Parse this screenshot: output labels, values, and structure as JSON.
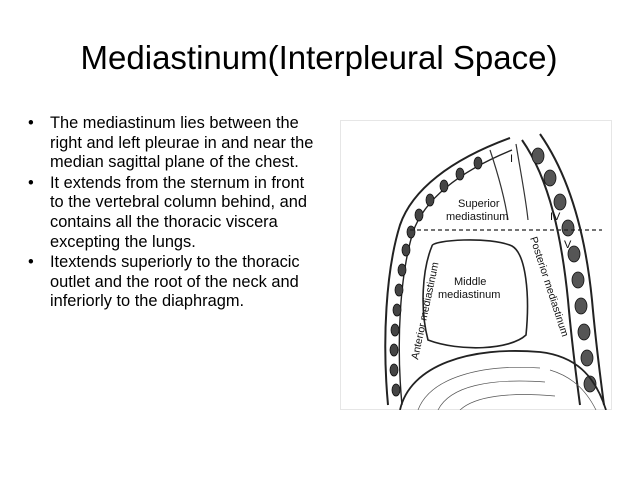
{
  "slide": {
    "title": "Mediastinum(Interpleural Space)",
    "bullet_marker": "•",
    "bullets": [
      "The mediastinum lies between the right and left pleurae in and near the median sagittal plane of the chest.",
      "It extends from the sternum in front to the vertebral column behind, and contains all the thoracic viscera excepting the lungs.",
      "Itextends superiorly to the thoracic outlet and the root of the neck and inferiorly to the diaphragm."
    ]
  },
  "figure": {
    "superior_label_1": "Superior",
    "superior_label_2": "mediastinum",
    "middle_label_1": "Middle",
    "middle_label_2": "mediastinum",
    "anterior_label": "Anterior mediastinum",
    "posterior_label": "Posterior mediastinum",
    "roman_iv": "IV",
    "roman_v": "V",
    "roman_i": "I"
  }
}
